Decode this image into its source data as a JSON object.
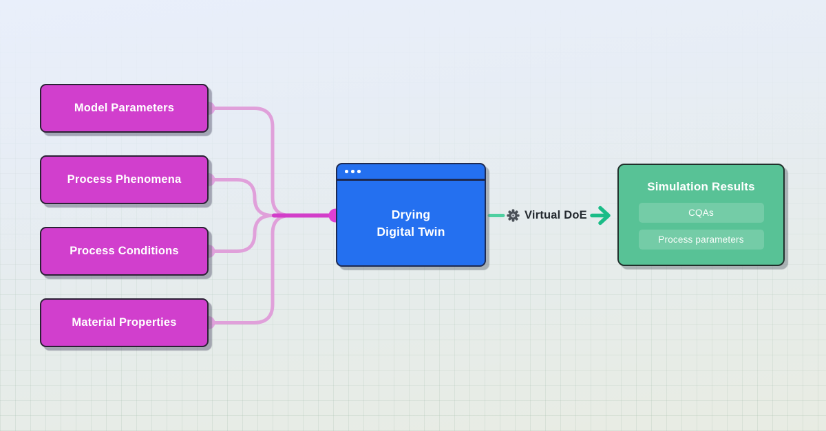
{
  "diagram": {
    "inputs": [
      {
        "label": "Model Parameters"
      },
      {
        "label": "Process Phenomena"
      },
      {
        "label": "Process Conditions"
      },
      {
        "label": "Material Properties"
      }
    ],
    "digital_twin": {
      "lines": [
        "Drying",
        "Digital Twin"
      ]
    },
    "edge": {
      "label": "Virtual DoE",
      "icon": "gear-icon"
    },
    "results": {
      "title": "Simulation Results",
      "items": [
        {
          "label": "CQAs"
        },
        {
          "label": "Process parameters"
        }
      ]
    },
    "colors": {
      "input_node": "#d13fcd",
      "twin_node": "#2470f0",
      "twin_border": "#1d2a52",
      "results_node": "#58c296",
      "connector_light": "#e0a0da",
      "connector_strong": "#d23ec9",
      "junction_dot": "#de3fd3",
      "edge_teal": "#2abd8c",
      "edge_text": "#23292f"
    }
  }
}
